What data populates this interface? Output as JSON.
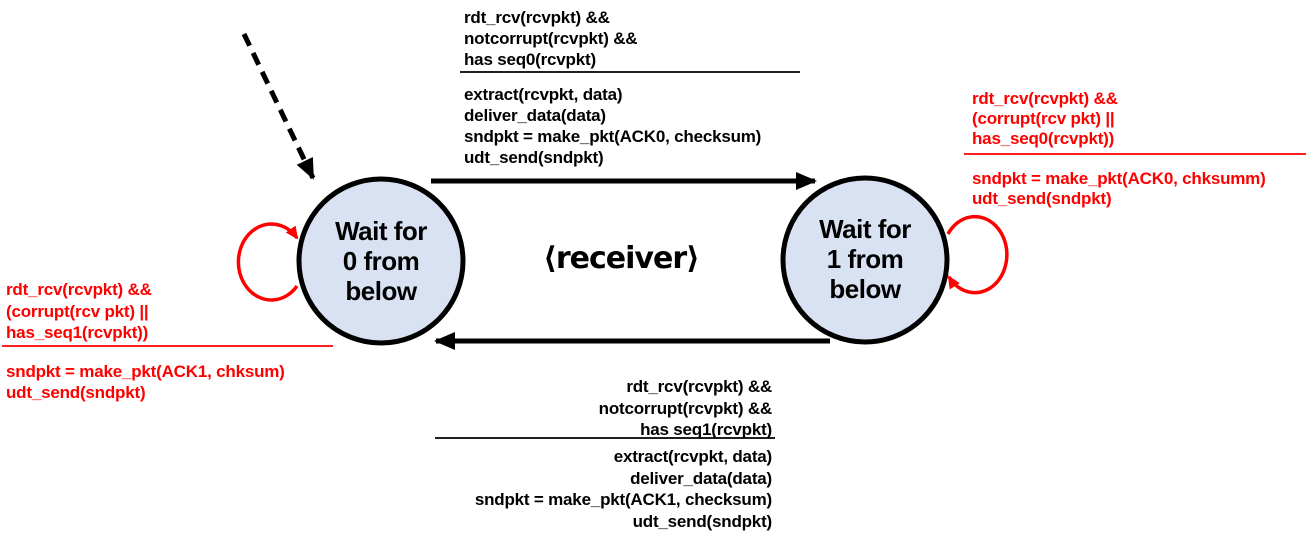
{
  "diagram": {
    "center_label": "⟨receiver⟩",
    "states": {
      "wait0": {
        "label": "Wait for\n0 from\nbelow"
      },
      "wait1": {
        "label": "Wait for\n1 from\nbelow"
      }
    },
    "transitions": {
      "top_deliver_seq0": {
        "condition": "rdt_rcv(rcvpkt) &&\nnotcorrupt(rcvpkt) &&\nhas seq0(rcvpkt)",
        "action": "extract(rcvpkt, data)\ndeliver_data(data)\nsndpkt = make_pkt(ACK0, checksum)\nudt_send(sndpkt)"
      },
      "bottom_deliver_seq1": {
        "condition": "rdt_rcv(rcvpkt) &&\nnotcorrupt(rcvpkt) &&\nhas seq1(rcvpkt)",
        "action": "extract(rcvpkt, data)\ndeliver_data(data)\nsndpkt = make_pkt(ACK1, checksum)\nudt_send(sndpkt)"
      },
      "left_self_loop": {
        "condition": "rdt_rcv(rcvpkt) &&\n(corrupt(rcv pkt) ||\nhas_seq1(rcvpkt))",
        "action": "sndpkt = make_pkt(ACK1, chksum)\nudt_send(sndpkt)"
      },
      "right_self_loop": {
        "condition": "rdt_rcv(rcvpkt) &&\n(corrupt(rcv pkt) ||\nhas_seq0(rcvpkt))",
        "action": "sndpkt = make_pkt(ACK0, chksumm)\nudt_send(sndpkt)"
      }
    },
    "colors": {
      "state_fill": "#d9e2f3",
      "outline": "#000000",
      "red_accent": "#ff0000"
    }
  }
}
